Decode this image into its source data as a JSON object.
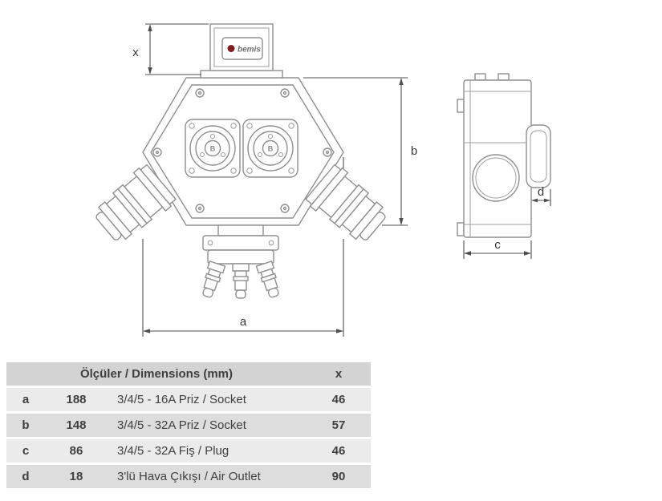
{
  "drawing": {
    "brand_label": "bemis",
    "brand_color": "#7d1f24",
    "socket_emblem": "B",
    "dimension_labels": {
      "x": "x",
      "a": "a",
      "b": "b",
      "c": "c",
      "d": "d"
    }
  },
  "table": {
    "header": {
      "title": "Ölçüler / Dimensions (mm)",
      "x_column": "x"
    },
    "rows": [
      {
        "key": "a",
        "value": "188",
        "desc": "3/4/5 - 16A Priz / Socket",
        "x": "46"
      },
      {
        "key": "b",
        "value": "148",
        "desc": "3/4/5 - 32A Priz / Socket",
        "x": "57"
      },
      {
        "key": "c",
        "value": "86",
        "desc": "3/4/5 - 32A Fiş / Plug",
        "x": "46"
      },
      {
        "key": "d",
        "value": "18",
        "desc": "3'lü Hava Çıkışı / Air Outlet",
        "x": "90"
      }
    ]
  }
}
